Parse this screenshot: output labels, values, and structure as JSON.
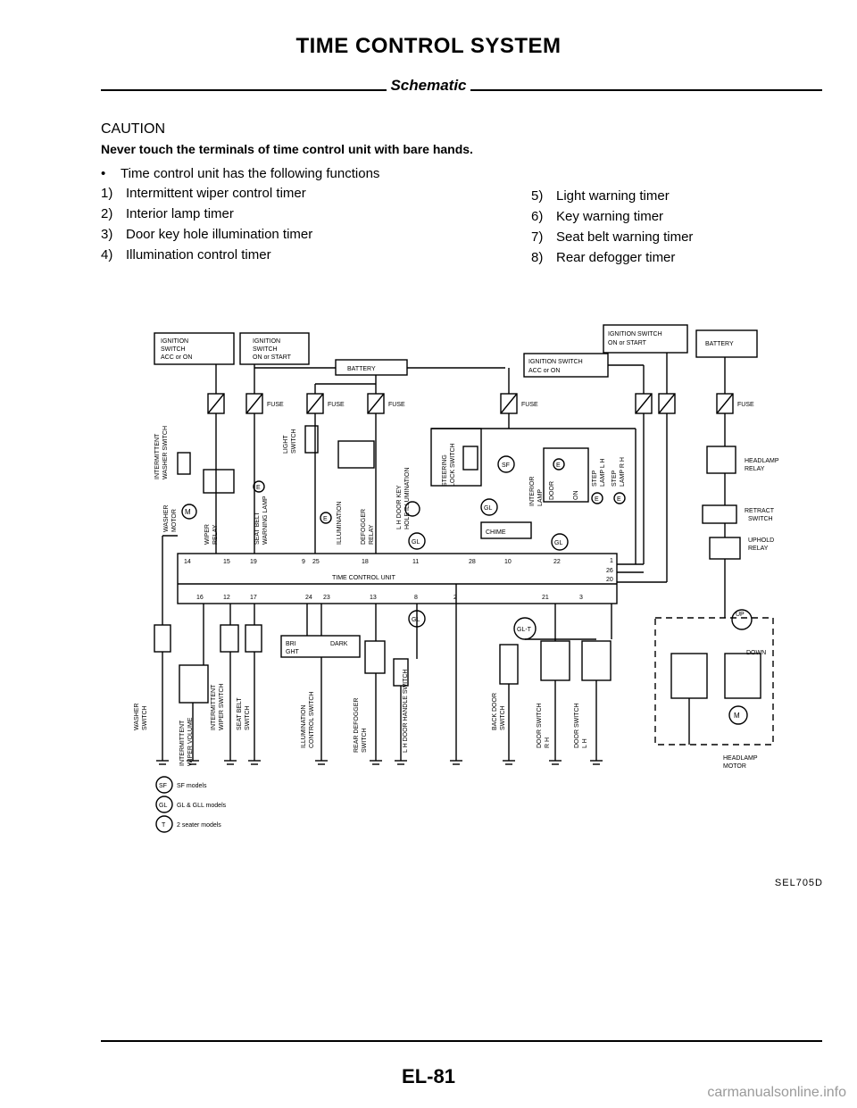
{
  "header": {
    "title": "TIME CONTROL SYSTEM",
    "subtitle": "Schematic"
  },
  "caution": {
    "heading": "CAUTION",
    "body": "Never touch the terminals of time control unit with bare hands.",
    "intro": "Time control unit has the following functions"
  },
  "functions_left": [
    {
      "num": "1)",
      "text": "Intermittent wiper control timer"
    },
    {
      "num": "2)",
      "text": "Interior lamp timer"
    },
    {
      "num": "3)",
      "text": "Door key hole illumination timer"
    },
    {
      "num": "4)",
      "text": "Illumination control timer"
    }
  ],
  "functions_right": [
    {
      "num": "5)",
      "text": "Light warning timer"
    },
    {
      "num": "6)",
      "text": "Key warning timer"
    },
    {
      "num": "7)",
      "text": "Seat belt warning timer"
    },
    {
      "num": "8)",
      "text": "Rear defogger timer"
    }
  ],
  "schematic": {
    "ign_acc": [
      "IGNITION",
      "SWITCH",
      "ACC or ON"
    ],
    "ign_on": [
      "IGNITION",
      "SWITCH",
      "ON or START"
    ],
    "battery": "BATTERY",
    "ign_acc2": [
      "IGNITION SWITCH",
      "ACC or ON"
    ],
    "ign_on2": [
      "IGNITION SWITCH",
      "ON or START"
    ],
    "battery2": "BATTERY",
    "fuse": "FUSE",
    "unit": "TIME CONTROL UNIT",
    "chime": "CHIME",
    "bright_dark": [
      "BRI",
      "GHT",
      "DARK"
    ],
    "headlamp_relay": [
      "HEADLAMP",
      "RELAY"
    ],
    "retract_switch": [
      "RETRACT",
      "SWITCH"
    ],
    "uphold_relay": [
      "UPHOLD",
      "RELAY"
    ],
    "up": "UP",
    "down": "DOWN",
    "headlamp_motor": [
      "HEADLAMP",
      "MOTOR"
    ],
    "sf": "SF",
    "gl": "GL",
    "gl_t": "GL-T",
    "e": "E",
    "m": "M",
    "upper_labels": [
      [
        "INTERMITTENT",
        "WASHER SWITCH"
      ],
      [
        "WASHER",
        "MOTOR"
      ],
      [
        "WIPER",
        "RELAY"
      ],
      [
        "SEAT BELT",
        "WARNING LAMP"
      ],
      [
        "LIGHT",
        "SWITCH"
      ],
      [
        "ILLUMINATION"
      ],
      [
        "DEFOGGER",
        "RELAY"
      ],
      [
        "L H DOOR KEY",
        "HOLE ILLUMINATION"
      ],
      [
        "STEERING",
        "LOCK SWITCH"
      ],
      [
        "INTERIOR",
        "LAMP"
      ],
      [
        "DOOR",
        "ON"
      ],
      [
        "STEP",
        "LAMP L H"
      ],
      [
        "STEP",
        "LAMP R H"
      ]
    ],
    "lower_labels": [
      [
        "WASHER",
        "SWITCH"
      ],
      [
        "INTERMITTENT",
        "WIPER VOLUME"
      ],
      [
        "INTERMITTENT",
        "WIPER SWITCH"
      ],
      [
        "SEAT BELT",
        "SWITCH"
      ],
      [
        "ILLUMINATION",
        "CONTROL SWITCH"
      ],
      [
        "REAR DEFOGGER",
        "SWITCH"
      ],
      [
        "L H DOOR HANDLE SWITCH"
      ],
      [
        "BACK DOOR",
        "SWITCH"
      ],
      [
        "DOOR SWITCH",
        "R H"
      ],
      [
        "DOOR SWITCH",
        "L H"
      ]
    ],
    "top_pins": [
      "14",
      "15",
      "19",
      "9",
      "25",
      "18",
      "11",
      "28",
      "10",
      "22"
    ],
    "right_pins": [
      "1",
      "26",
      "20"
    ],
    "bottom_pins": [
      "16",
      "12",
      "17",
      "24",
      "23",
      "13",
      "8",
      "2",
      "21",
      "3"
    ],
    "legend": [
      {
        "code": "SF",
        "text": "SF models"
      },
      {
        "code": "GL",
        "text": "GL & GLL models"
      },
      {
        "code": "T",
        "text": "2 seater models"
      }
    ]
  },
  "figure_ref": "SEL705D",
  "page_number": "EL-81",
  "watermark": "carmanualsonline.info"
}
